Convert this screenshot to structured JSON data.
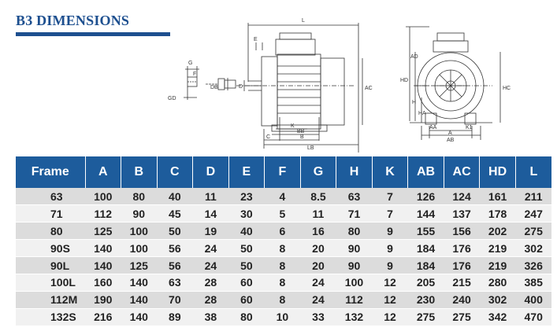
{
  "title": "B3 DIMENSIONS",
  "brand_color": "#1d4f8f",
  "table": {
    "headers": [
      "Frame",
      "A",
      "B",
      "C",
      "D",
      "E",
      "F",
      "G",
      "H",
      "K",
      "AB",
      "AC",
      "HD",
      "L"
    ],
    "rows": [
      [
        "63",
        "100",
        "80",
        "40",
        "11",
        "23",
        "4",
        "8.5",
        "63",
        "7",
        "126",
        "124",
        "161",
        "211"
      ],
      [
        "71",
        "112",
        "90",
        "45",
        "14",
        "30",
        "5",
        "11",
        "71",
        "7",
        "144",
        "137",
        "178",
        "247"
      ],
      [
        "80",
        "125",
        "100",
        "50",
        "19",
        "40",
        "6",
        "16",
        "80",
        "9",
        "155",
        "156",
        "202",
        "275"
      ],
      [
        "90S",
        "140",
        "100",
        "56",
        "24",
        "50",
        "8",
        "20",
        "90",
        "9",
        "184",
        "176",
        "219",
        "302"
      ],
      [
        "90L",
        "140",
        "125",
        "56",
        "24",
        "50",
        "8",
        "20",
        "90",
        "9",
        "184",
        "176",
        "219",
        "326"
      ],
      [
        "100L",
        "160",
        "140",
        "63",
        "28",
        "60",
        "8",
        "24",
        "100",
        "12",
        "205",
        "215",
        "280",
        "385"
      ],
      [
        "112M",
        "190",
        "140",
        "70",
        "28",
        "60",
        "8",
        "24",
        "112",
        "12",
        "230",
        "240",
        "302",
        "400"
      ],
      [
        "132S",
        "216",
        "140",
        "89",
        "38",
        "80",
        "10",
        "33",
        "132",
        "12",
        "275",
        "275",
        "342",
        "470"
      ]
    ]
  },
  "diagram_labels": {
    "g": "G",
    "f": "F",
    "gd": "GD",
    "db": "DB",
    "d": "D",
    "e": "E",
    "l": "L",
    "ac": "AC",
    "k": "K",
    "bb": "BB",
    "c": "C",
    "b": "B",
    "lb": "LB",
    "ad": "AD",
    "hd": "HD",
    "h": "H",
    "ha": "HA",
    "hc": "HC",
    "aa": "AA",
    "k1": "K1",
    "a": "A",
    "ab": "AB"
  }
}
